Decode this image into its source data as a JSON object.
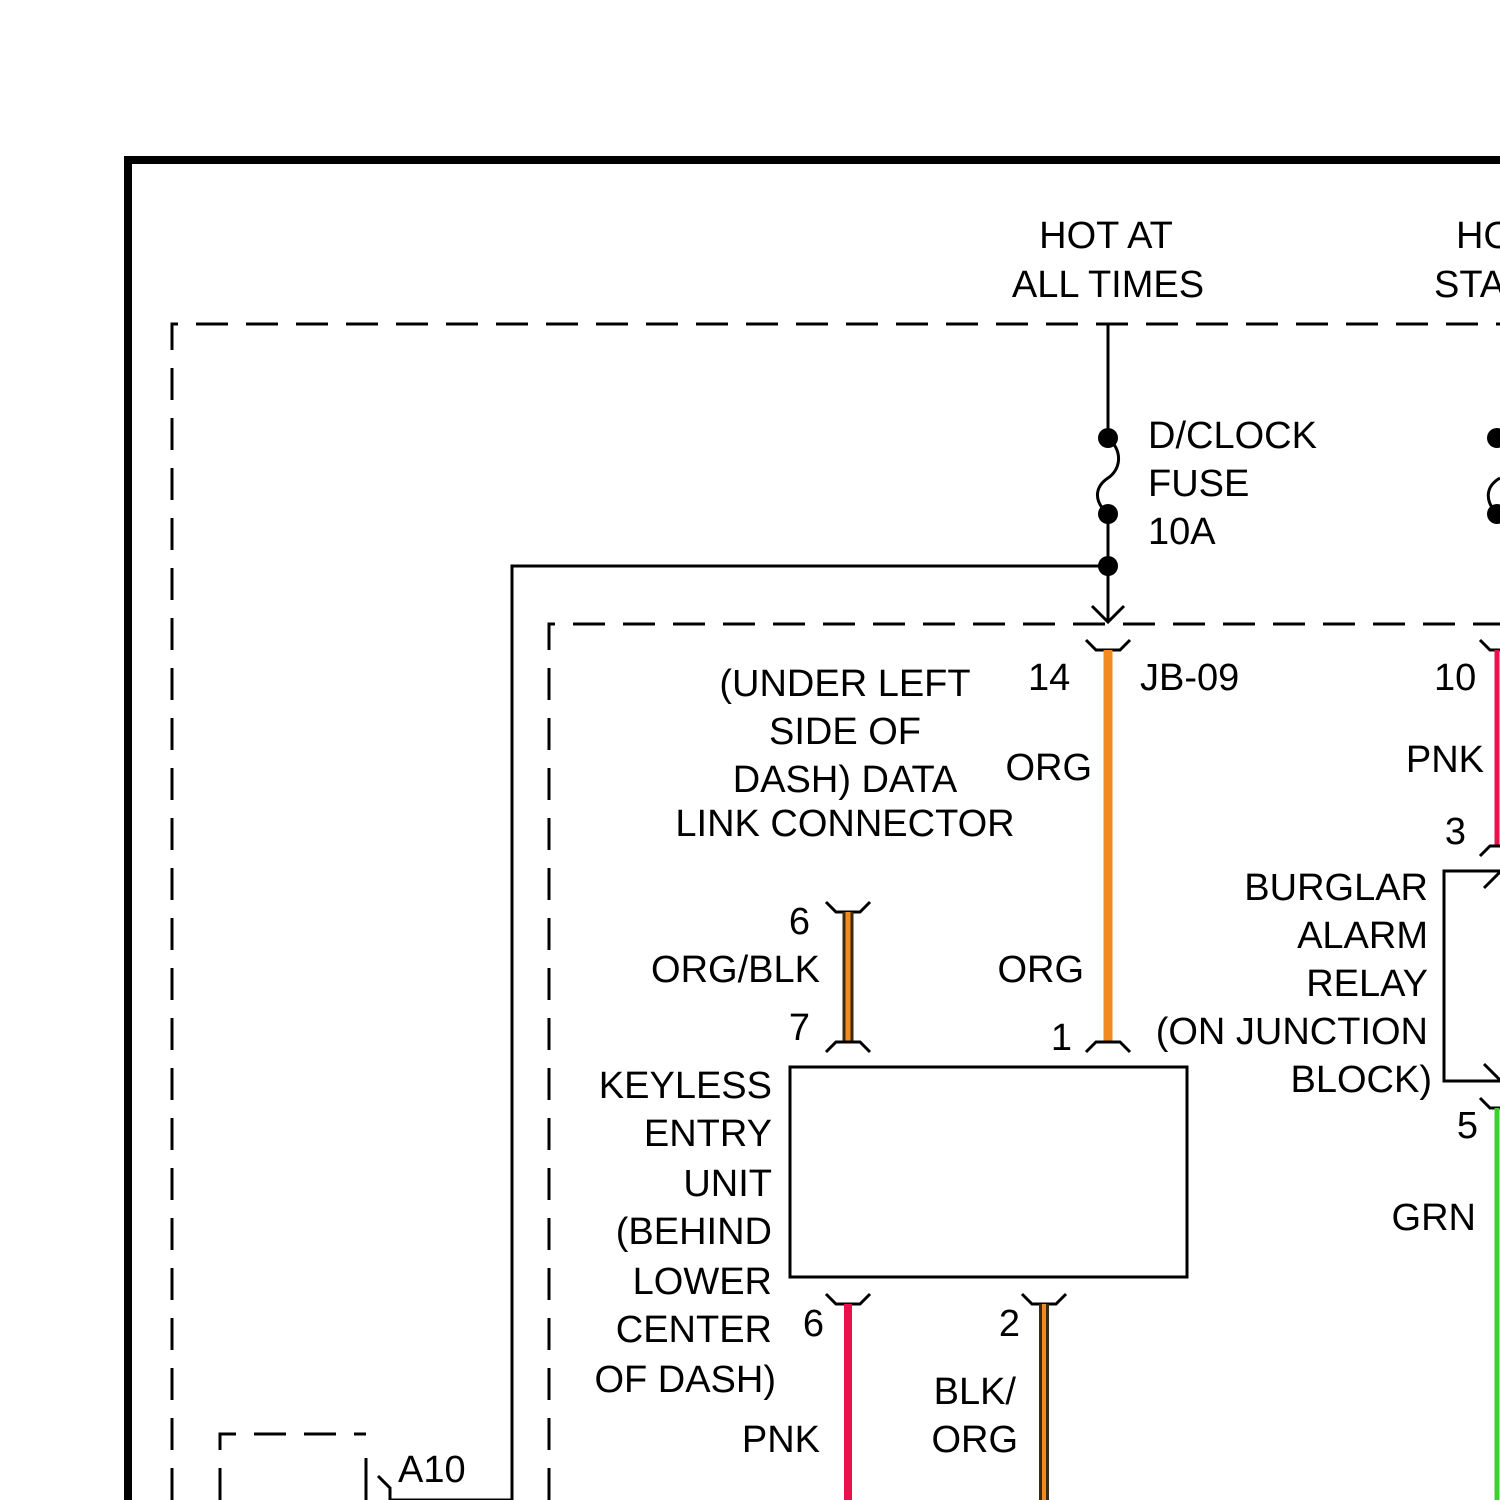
{
  "colors": {
    "org": "#f28b1f",
    "pnk": "#e8114c",
    "grn": "#39d12a",
    "org_blk_core": "#f28b1f",
    "blk_org_core": "#3a2a10"
  },
  "power": {
    "hot_line1": "HOT AT",
    "hot_line2": "ALL TIMES",
    "hot2_line1": "HO",
    "hot2_line2": "STA"
  },
  "fuse": {
    "line1": "D/CLOCK",
    "line2": "FUSE",
    "line3": "10A"
  },
  "junction": {
    "pin": "14",
    "label": "JB-09",
    "pin_right": "10"
  },
  "dlc": {
    "line1": "(UNDER LEFT",
    "line2": "SIDE OF",
    "line3": "DASH) DATA",
    "line4": "LINK CONNECTOR",
    "pin_top": "6",
    "pin_bottom": "7",
    "wire_color": "ORG/BLK"
  },
  "wires": {
    "org_upper": "ORG",
    "org_lower": "ORG",
    "pnk_right": "PNK",
    "grn": "GRN",
    "pnk_bottom": "PNK",
    "blk_org_line1": "BLK/",
    "blk_org_line2": "ORG"
  },
  "keyless": {
    "line1": "KEYLESS",
    "line2": "ENTRY",
    "line3": "UNIT",
    "line4": "(BEHIND",
    "line5": "LOWER",
    "line6": "CENTER",
    "line7": "OF DASH)",
    "pin1": "1",
    "pin6": "6",
    "pin2": "2"
  },
  "relay": {
    "line1": "BURGLAR",
    "line2": "ALARM",
    "line3": "RELAY",
    "line4": "(ON JUNCTION",
    "line5": "BLOCK)",
    "pin3": "3",
    "pin5": "5"
  },
  "bottom": {
    "a10": "A10"
  }
}
